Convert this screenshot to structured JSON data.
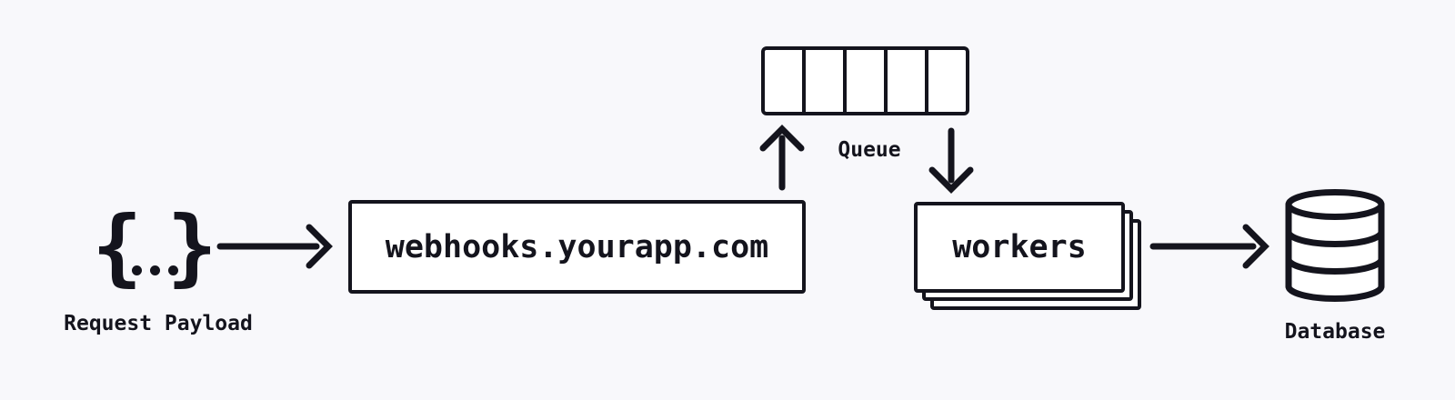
{
  "theme": {
    "background": "#f8f8fb",
    "ink": "#14141d",
    "node_fill": "#ffffff"
  },
  "nodes": {
    "payload": {
      "icon": "curly-braces-payload-icon",
      "brace_left": "{",
      "brace_right": "}",
      "label": "Request Payload"
    },
    "gateway": {
      "label": "webhooks.yourapp.com"
    },
    "queue": {
      "label": "Queue",
      "cells": 5
    },
    "workers": {
      "label": "workers",
      "stack_count": 3
    },
    "database": {
      "icon": "database-cylinder-icon",
      "label": "Database"
    }
  },
  "edges": [
    {
      "from": "request-payload",
      "to": "webhooks-gateway",
      "direction": "right"
    },
    {
      "from": "webhooks-gateway",
      "to": "queue",
      "direction": "up"
    },
    {
      "from": "queue",
      "to": "workers",
      "direction": "down"
    },
    {
      "from": "workers",
      "to": "database",
      "direction": "right"
    }
  ]
}
